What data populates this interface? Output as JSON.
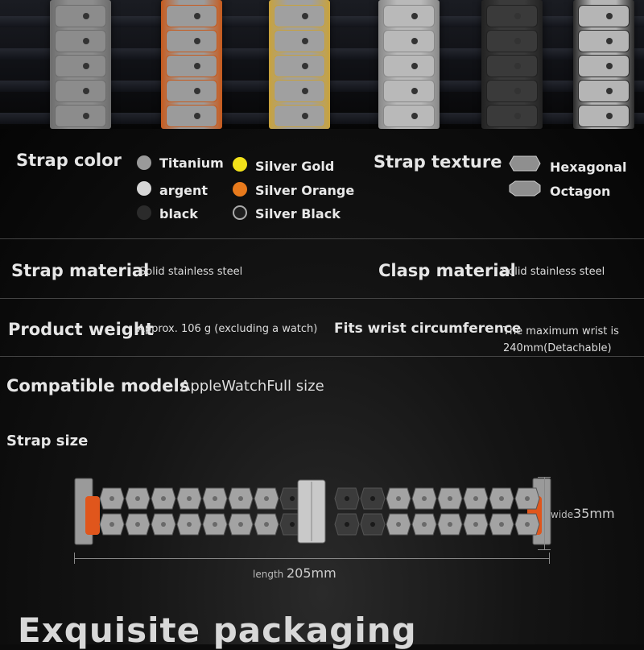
{
  "colors": {
    "background": "#0b0b0b",
    "titanium": "#9a9a9a",
    "argent": "#d6d6d6",
    "black": "#2b2b2b",
    "silver_gold": "#f2e21a",
    "silver_orange": "#e87a1c",
    "silver_black": "#1e1e1e",
    "accent_orange": "#e0561c"
  },
  "strap_color": {
    "label": "Strap color",
    "options": [
      {
        "name": "Titanium",
        "swatch": "#9a9a9a"
      },
      {
        "name": "argent",
        "swatch": "#d6d6d6"
      },
      {
        "name": "black",
        "swatch": "#2b2b2b"
      },
      {
        "name": "Silver Gold",
        "swatch": "#f2e21a"
      },
      {
        "name": "Silver Orange",
        "swatch": "#e87a1c"
      },
      {
        "name": "Silver Black",
        "swatch": "#1e1e1e"
      }
    ]
  },
  "strap_texture": {
    "label": "Strap texture",
    "options": [
      {
        "name": "Hexagonal",
        "icon": "hexagon-icon"
      },
      {
        "name": "Octagon",
        "icon": "octagon-icon"
      }
    ]
  },
  "strap_material": {
    "label": "Strap material",
    "value": "Solid stainless steel"
  },
  "clasp_material": {
    "label": "Clasp material",
    "value": "Solid stainless steel"
  },
  "product_weight": {
    "label": "Product weight",
    "value": "Approx. 106 g (excluding a watch)"
  },
  "wrist": {
    "label": "Fits wrist circumference",
    "value_line1": "The maximum wrist is",
    "value_line2": "240mm(Detachable)"
  },
  "compatible": {
    "label": "Compatible models",
    "value": "AppleWatchFull size"
  },
  "strap_size": {
    "label": "Strap size",
    "width_prefix": "wide",
    "width_value": "35mm",
    "length_prefix": "length",
    "length_value": "205mm"
  },
  "packaging": {
    "title": "Exquisite packaging"
  },
  "top_photos": [
    {
      "name": "titanium",
      "base": "#8c8c8c",
      "accent": "#6d6d6d"
    },
    {
      "name": "silver-orange",
      "base": "#9b9b9b",
      "accent": "#c85a1c"
    },
    {
      "name": "silver-gold",
      "base": "#a0a0a0",
      "accent": "#c9a23a"
    },
    {
      "name": "argent",
      "base": "#b9b9b9",
      "accent": "#888888"
    },
    {
      "name": "black",
      "base": "#3a3a3a",
      "accent": "#222222"
    },
    {
      "name": "silver-black",
      "base": "#b5b5b5",
      "accent": "#2a2a2a"
    }
  ]
}
